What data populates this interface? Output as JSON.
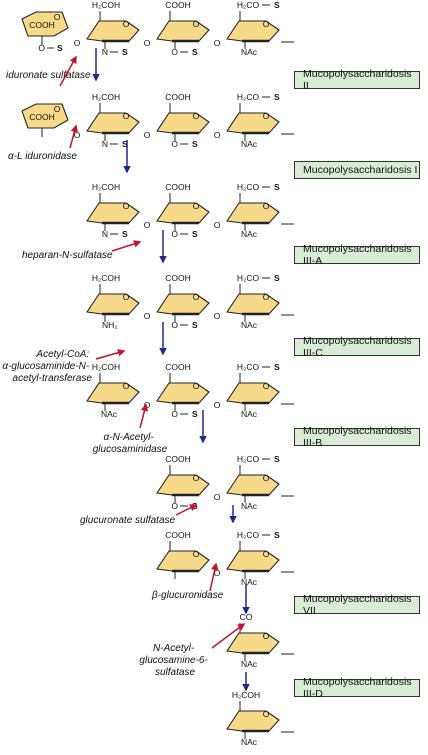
{
  "colors": {
    "sugar_fill": "#f7d98a",
    "sugar_stroke": "#222222",
    "step_arrow": "#1f2a8a",
    "enzyme_arrow": "#c3122b",
    "disease_box": "#d9ecd6"
  },
  "labels": {
    "cooh": "COOH",
    "h2coh": "H₂COH",
    "h2co": "H₂CO",
    "s": "S",
    "o": "O",
    "n": "N",
    "nac": "NAc",
    "nh2": "NH₂",
    "co": "CO",
    "dash": "—"
  },
  "steps": [
    {
      "enzyme": "iduronate sulfatase",
      "disease": "Mucopolysaccharidosis II"
    },
    {
      "enzyme": "α-L iduronidase",
      "disease": "Mucopolysaccharidosis I"
    },
    {
      "enzyme": "heparan-N-sulfatase",
      "disease": "Mucopolysaccharidosis III-A"
    },
    {
      "enzyme_lines": [
        "Acetyl-CoA:",
        "α-glucosaminide-N-",
        "acetyl-transferase"
      ],
      "disease": "Mucopolysaccharidosis III-C"
    },
    {
      "enzyme_lines": [
        "α-N-Acetyl-",
        "glucosaminidase"
      ],
      "disease": "Mucopolysaccharidosis III-B"
    },
    {
      "enzyme": "glucuronate sulfatase",
      "disease": ""
    },
    {
      "enzyme": "β-glucuronidase",
      "disease": "Mucopolysaccharidosis VII"
    },
    {
      "enzyme_lines": [
        "N-Acetyl-",
        "glucosamine-6-",
        "sulfatase"
      ],
      "disease": "Mucopolysaccharidosis III-D"
    }
  ]
}
